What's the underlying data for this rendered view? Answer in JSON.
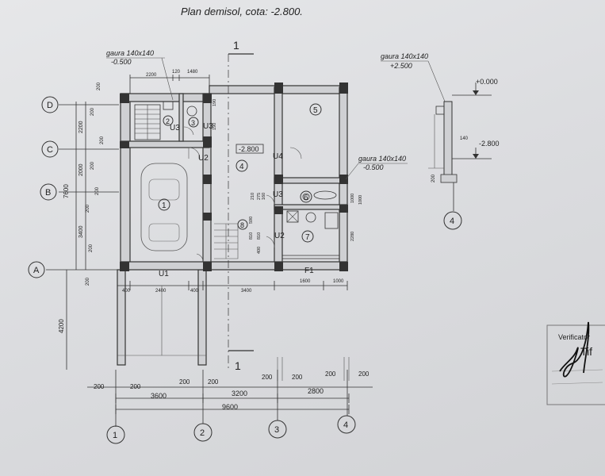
{
  "title": "Plan demisol,  cota: -2.800.",
  "openings": {
    "top": {
      "name": "gaura 140x140",
      "level": "-0.500"
    },
    "right": {
      "name": "gaura 140x140",
      "level": "-0.500"
    },
    "section": {
      "name": "gaura 140x140",
      "level": "+2.500"
    }
  },
  "floor_level": "-2.800",
  "section_levels": {
    "top": "+0.000",
    "bottom": "-2.800",
    "thick": "140",
    "side": "200"
  },
  "section_cut": "1",
  "axes_rows": [
    "D",
    "C",
    "B",
    "A"
  ],
  "axes_cols": [
    "1",
    "2",
    "3",
    "4"
  ],
  "section_axis": "4",
  "rooms": [
    "1",
    "2",
    "3",
    "4",
    "5",
    "6",
    "7",
    "8"
  ],
  "doors": {
    "u1": "U1",
    "u2a": "U2",
    "u2b": "U2",
    "u3a": "U3",
    "u3b": "U3",
    "u3c": "U3",
    "u4": "U4"
  },
  "window": "F1",
  "dims_bottom": {
    "col_row": [
      "200",
      "200",
      "200",
      "200",
      "200",
      "200",
      "200",
      "200"
    ],
    "row1": [
      "3600",
      "3200",
      "2800"
    ],
    "total": "9600",
    "inner": [
      "400",
      "2400",
      "400",
      "3400",
      "1600",
      "1000"
    ]
  },
  "dims_left": {
    "outer": [
      "7600",
      "4200"
    ],
    "mid": [
      "2200",
      "2000",
      "3400"
    ],
    "walls": [
      "200",
      "200",
      "200",
      "200",
      "200",
      "200",
      "200",
      "200"
    ]
  },
  "dims_top": [
    "2200",
    "120",
    "1480"
  ],
  "dims_interior": [
    "190",
    "190",
    "210",
    "275",
    "160",
    "1000",
    "2280",
    "590",
    "810",
    "810",
    "400",
    "1000"
  ],
  "stamp": {
    "line1": "Verificator",
    "line2": "Tif"
  }
}
